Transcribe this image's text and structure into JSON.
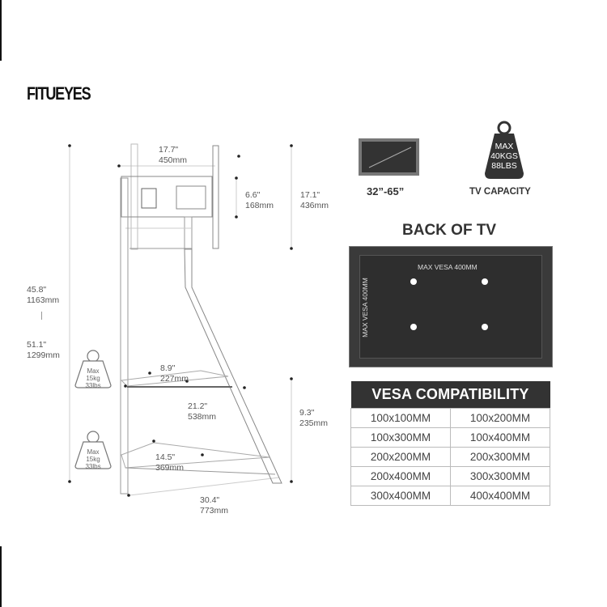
{
  "brand": {
    "logo_text": "FITUEYES"
  },
  "dimensions": {
    "mount_width": {
      "in": "17.7\"",
      "mm": "450mm"
    },
    "mount_height": {
      "in": "6.6\"",
      "mm": "168mm"
    },
    "tv_height_range": {
      "in": "17.1\"",
      "mm": "436mm"
    },
    "min_height": {
      "in": "45.8\"",
      "mm": "1163mm"
    },
    "max_height": {
      "in": "51.1\"",
      "mm": "1299mm"
    },
    "top_shelf_depth": {
      "in": "8.9\"",
      "mm": "227mm"
    },
    "top_shelf_width": {
      "in": "21.2\"",
      "mm": "538mm"
    },
    "shelf_gap": {
      "in": "9.3\"",
      "mm": "235mm"
    },
    "bottom_shelf_depth": {
      "in": "14.5\"",
      "mm": "369mm"
    },
    "base_width": {
      "in": "30.4\"",
      "mm": "773mm"
    }
  },
  "shelf_capacity": [
    {
      "line1": "Max",
      "line2": "15kg",
      "line3": "33lbs"
    },
    {
      "line1": "Max",
      "line2": "15kg",
      "line3": "33lbs"
    }
  ],
  "tv_size": {
    "label": "32”-65”"
  },
  "tv_capacity": {
    "line1": "MAX",
    "line2": "40KGS",
    "line3": "88LBS",
    "label": "TV CAPACITY"
  },
  "back_of_tv": {
    "title": "BACK OF TV",
    "horizontal_label": "MAX VESA 400MM",
    "vertical_label": "MAX VESA 400MM"
  },
  "vesa_table": {
    "title": "VESA COMPATIBILITY",
    "rows": [
      [
        "100x100MM",
        "100x200MM"
      ],
      [
        "100x300MM",
        "100x400MM"
      ],
      [
        "200x200MM",
        "200x300MM"
      ],
      [
        "200x400MM",
        "300x300MM"
      ],
      [
        "300x400MM",
        "400x400MM"
      ]
    ]
  },
  "colors": {
    "dark": "#333333",
    "text": "#555555"
  }
}
